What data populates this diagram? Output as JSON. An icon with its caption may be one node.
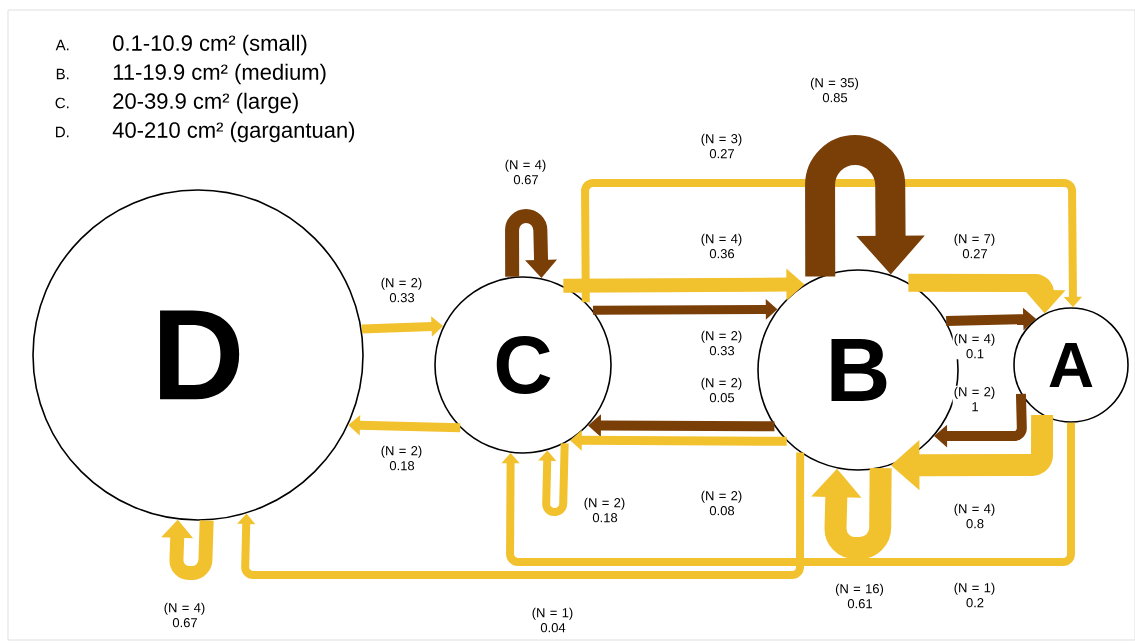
{
  "diagram": {
    "nodes": [
      {
        "text": [
          "D"
        ]
      },
      {
        "text": [
          "C"
        ]
      },
      {
        "text": [
          "B"
        ]
      },
      {
        "text": [
          "A"
        ]
      }
    ],
    "edges": [
      {
        "from": 0,
        "to": 1,
        "arrow": "to",
        "label": "(N = 2) 0.33"
      },
      {
        "from": 1,
        "to": 0,
        "arrow": "to",
        "label": "(N = 2) 0.18"
      },
      {
        "from": 1,
        "to": 1,
        "arrow": "to",
        "label": "(N = 4) 0.67",
        "color": "#7a3e07"
      },
      {
        "from": 1,
        "to": 3,
        "arrow": "to",
        "label": "(N = 3) 0.27"
      },
      {
        "from": 1,
        "to": 2,
        "arrow": "to",
        "label": "(N = 4) 0.36"
      },
      {
        "from": 1,
        "to": 2,
        "arrow": "to",
        "label": "(N = 2) 0.33",
        "color": "#7a3e07"
      },
      {
        "from": 2,
        "to": 1,
        "arrow": "to",
        "label": "(N = 2) 0.05",
        "color": "#7a3e07"
      },
      {
        "from": 2,
        "to": 1,
        "arrow": "to",
        "label": "(N = 2) 0.08"
      },
      {
        "from": 2,
        "to": 2,
        "arrow": "to",
        "label": "(N = 35) 0.85",
        "color": "#7a3e07",
        "style": "thick"
      },
      {
        "from": 2,
        "to": 3,
        "arrow": "to",
        "label": "(N = 7) 0.27",
        "style": "thick"
      },
      {
        "from": 2,
        "to": 3,
        "arrow": "to",
        "label": "(N = 4) 0.1",
        "color": "#7a3e07"
      },
      {
        "from": 3,
        "to": 2,
        "arrow": "to",
        "label": "(N = 2) 1",
        "color": "#7a3e07"
      },
      {
        "from": 3,
        "to": 2,
        "arrow": "to",
        "label": "(N = 4) 0.8",
        "style": "thick"
      },
      {
        "from": 2,
        "to": 2,
        "arrow": "to",
        "label": "(N = 16) 0.61",
        "style": "thick"
      },
      {
        "from": 0,
        "to": 0,
        "arrow": "to",
        "label": "(N = 4) 0.67"
      },
      {
        "from": 1,
        "to": 1,
        "arrow": "to",
        "label": "(N = 2) 0.18"
      },
      {
        "from": 3,
        "to": 1,
        "arrow": "to",
        "label": "(N = 1) 0.2"
      },
      {
        "from": 2,
        "to": 0,
        "arrow": "to",
        "label": "(N = 1) 0.04"
      }
    ],
    "labels": [
      "A.",
      "0.1-10.9 cm² (small)",
      "B.",
      "11-19.9 cm² (medium)",
      "C.",
      "20-39.9 cm² (large)",
      "D.",
      "40-210 cm² (gargantuan)"
    ]
  }
}
